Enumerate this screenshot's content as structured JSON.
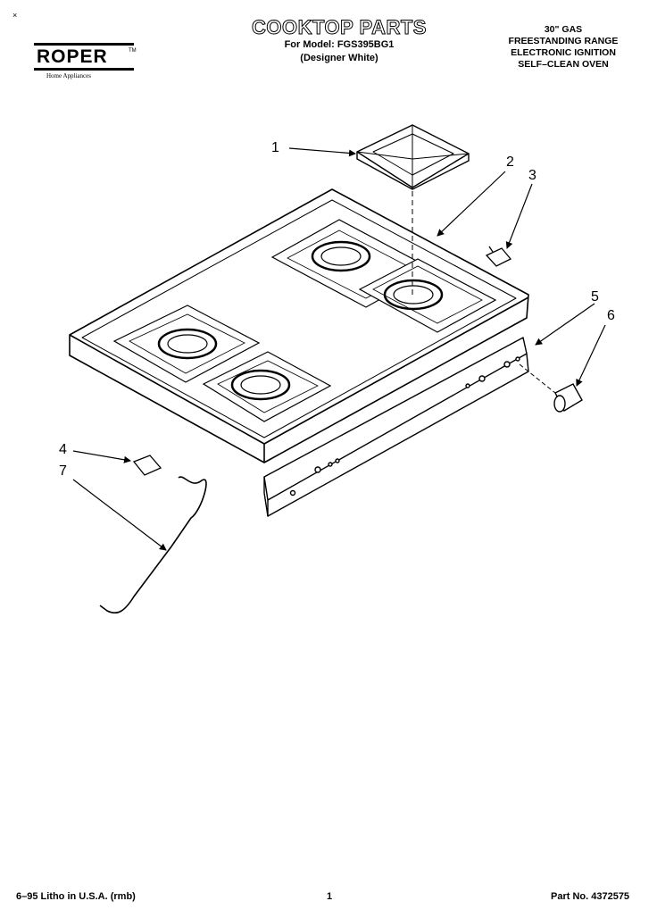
{
  "header": {
    "corner_mark": "×",
    "brand": {
      "name": "ROPER",
      "tm": "TM",
      "tagline": "Home Appliances"
    },
    "title": "COOKTOP PARTS",
    "model_line": "For Model: FGS395BG1",
    "finish_line": "(Designer White)",
    "spec_lines": [
      "30\" GAS",
      "FREESTANDING RANGE",
      "ELECTRONIC IGNITION",
      "SELF–CLEAN OVEN"
    ]
  },
  "diagram": {
    "callouts": [
      "1",
      "2",
      "3",
      "4",
      "5",
      "6",
      "7"
    ]
  },
  "footer": {
    "litho": "6–95 Litho in U.S.A. (rmb)",
    "page": "1",
    "part_no": "Part No. 4372575"
  }
}
